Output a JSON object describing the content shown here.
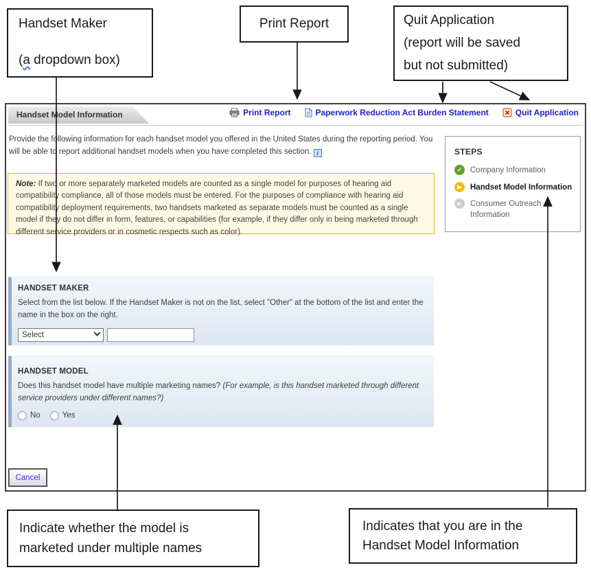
{
  "callouts": {
    "handset_maker": {
      "title": "Handset Maker",
      "paren_open": "(",
      "squiggle_letter": "a",
      "rest": " dropdown box)"
    },
    "print_report": {
      "label": "Print Report"
    },
    "quit": {
      "line1": "Quit Application",
      "line2": "(report will be saved",
      "line3": "but not submitted)"
    },
    "bottom_left": {
      "line1": "Indicate whether the model is",
      "line2": "marketed under multiple names"
    },
    "bottom_right": {
      "line1": "Indicates that you are in the",
      "line2": "Handset Model Information"
    }
  },
  "header": {
    "tab": "Handset Model Information",
    "links": {
      "print_report": "Print Report",
      "paperwork": "Paperwork Reduction Act Burden Statement",
      "quit": "Quit Application"
    }
  },
  "intro": {
    "text": "Provide the following information for each handset model you offered in the United States during the reporting period. You will be able to report additional handset models when you have completed this section. ",
    "info_glyph": "i"
  },
  "note": {
    "label": "Note:",
    "body": " If two or more separately marketed models are counted as a single model for purposes of hearing aid compatibility compliance, all of those models must be entered.  For the purposes of compliance with hearing aid compatibility deployment requirements, two handsets marketed as separate models must be counted as a single model if they do not differ in form, features, or capabilities (for example, if they differ only in being marketed through different service providers or in cosmetic respects such as color)."
  },
  "handset_maker": {
    "title": "HANDSET MAKER",
    "instructions": "Select from the list below. If the Handset Maker is not on the list, select \"Other\" at the bottom of the list and enter the name in the box on the right.",
    "select_value": "Select",
    "other_input_value": ""
  },
  "handset_model": {
    "title": "HANDSET MODEL",
    "question": "Does this handset model have multiple marketing names? ",
    "question_italic": "(For example, is this handset marketed through different service providers under different names?)",
    "radio_no": "No",
    "radio_yes": "Yes"
  },
  "steps": {
    "title": "STEPS",
    "items": [
      {
        "label": "Company Information",
        "status": "complete"
      },
      {
        "label": "Handset Model Information",
        "status": "current"
      },
      {
        "label": "Consumer Outreach Information",
        "status": "upcoming"
      }
    ]
  },
  "buttons": {
    "cancel": "Cancel"
  },
  "icons": {
    "check": "✓",
    "play": "▶",
    "cross": "×"
  },
  "colors": {
    "link_blue": "#2020cc",
    "note_background": "#fdf9e5",
    "note_border": "#e3b71d",
    "panel_background": "#e4ebf5",
    "panel_stripe": "#94aacb",
    "step_complete_green": "#5ea226",
    "step_current_yellow": "#f5bb00",
    "step_upcoming_gray": "#cdcdcd",
    "quit_icon_orange": "#e07b39",
    "quit_icon_red": "#cc2200",
    "cancel_text": "#4733cc"
  }
}
